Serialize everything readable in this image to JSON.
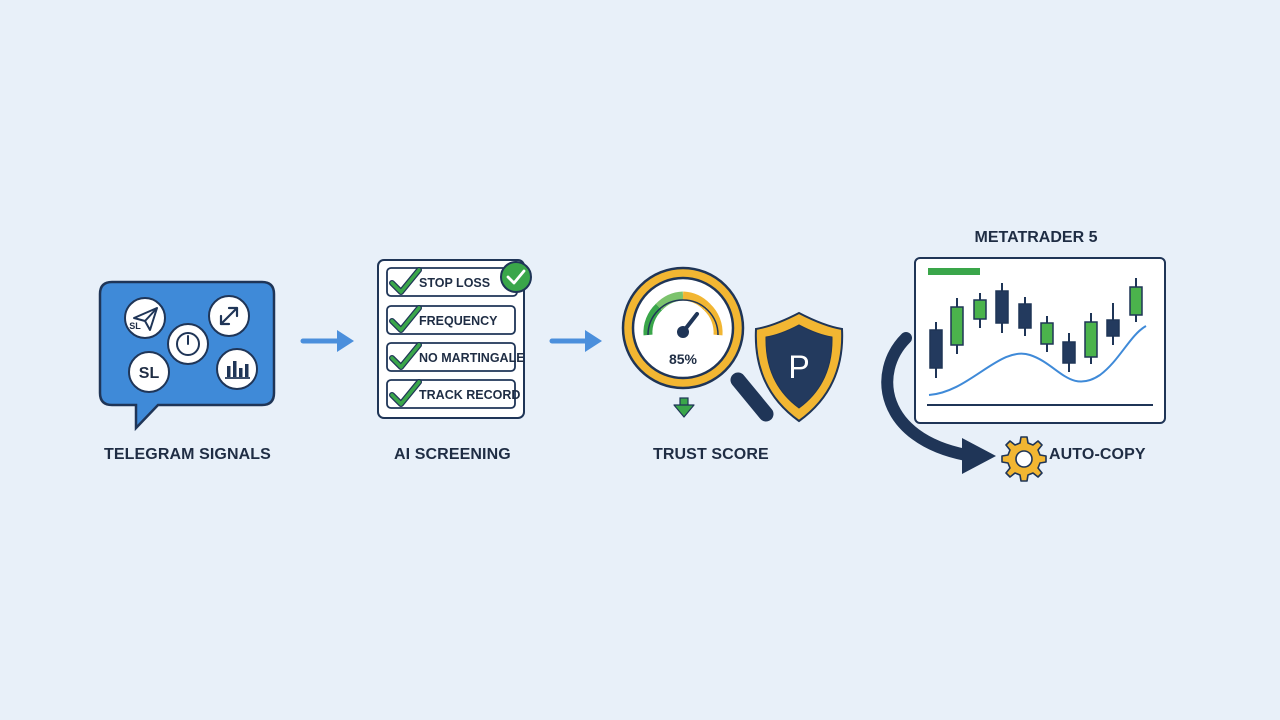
{
  "stages": [
    {
      "label": "TELEGRAM SIGNALS"
    },
    {
      "label": "AI SCREENING"
    },
    {
      "label": "TRUST SCORE"
    },
    {
      "label": "AUTO-COPY"
    }
  ],
  "telegram": {
    "sl_small": "SL",
    "sl_large": "SL"
  },
  "screening": {
    "checklist": [
      "STOP LOSS",
      "FREQUENCY",
      "NO MARTINGALE",
      "TRACK RECORD"
    ]
  },
  "trust": {
    "score_text": "85%",
    "shield_letter": "P"
  },
  "metatrader": {
    "title": "METATRADER 5"
  },
  "colors": {
    "background": "#e8f0f9",
    "navy": "#1f3557",
    "blue": "#3f8ad8",
    "green": "#3aa64a",
    "yellow": "#f2b632",
    "arrow": "#4b8fdc"
  },
  "icons": {
    "bubble": "chat-bubble-icon",
    "send": "send-icon",
    "clock": "clock-icon",
    "expand": "expand-arrow-icon",
    "bars": "bar-chart-icon",
    "magnifier": "magnifier-icon",
    "gauge": "gauge-icon",
    "shield": "shield-icon",
    "gear": "gear-icon"
  }
}
